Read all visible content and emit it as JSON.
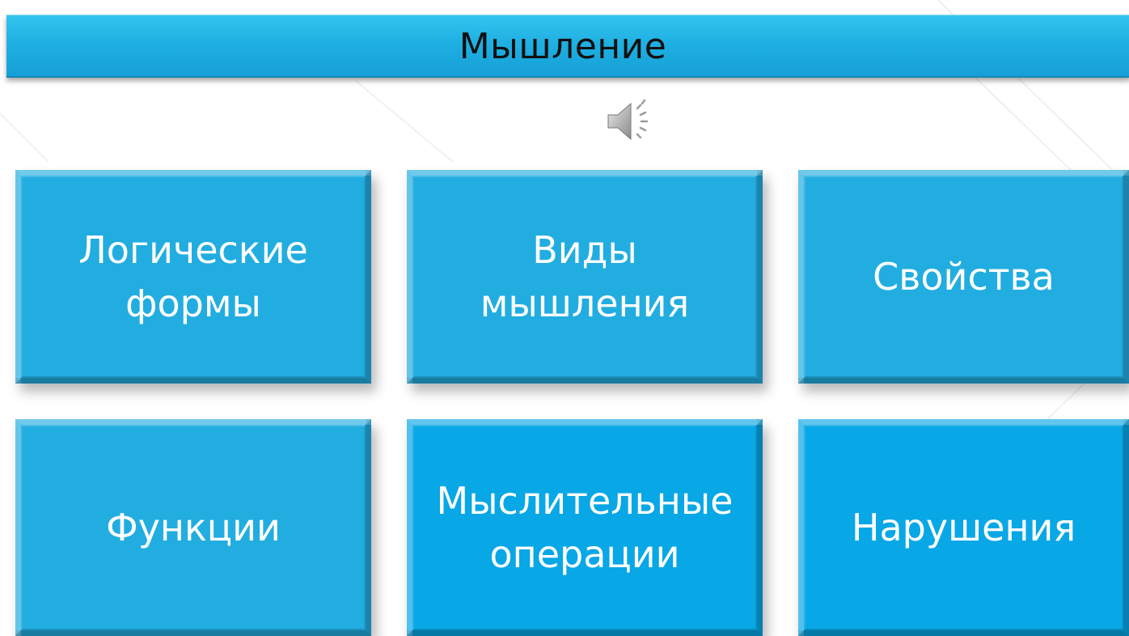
{
  "slide": {
    "title": "Мышление",
    "audio_icon": "speaker-icon",
    "colors": {
      "title_bar": "#1fb0e2",
      "tile": "#22ade0",
      "tile_highlight": "#08a7e6",
      "title_text": "#101010",
      "tile_text": "#ffffff"
    },
    "tiles": [
      {
        "label": "Логические\nформы"
      },
      {
        "label": "Виды\nмышления"
      },
      {
        "label": "Свойства"
      },
      {
        "label": "Функции"
      },
      {
        "label": "Мыслительные\nоперации"
      },
      {
        "label": "Нарушения"
      }
    ]
  }
}
